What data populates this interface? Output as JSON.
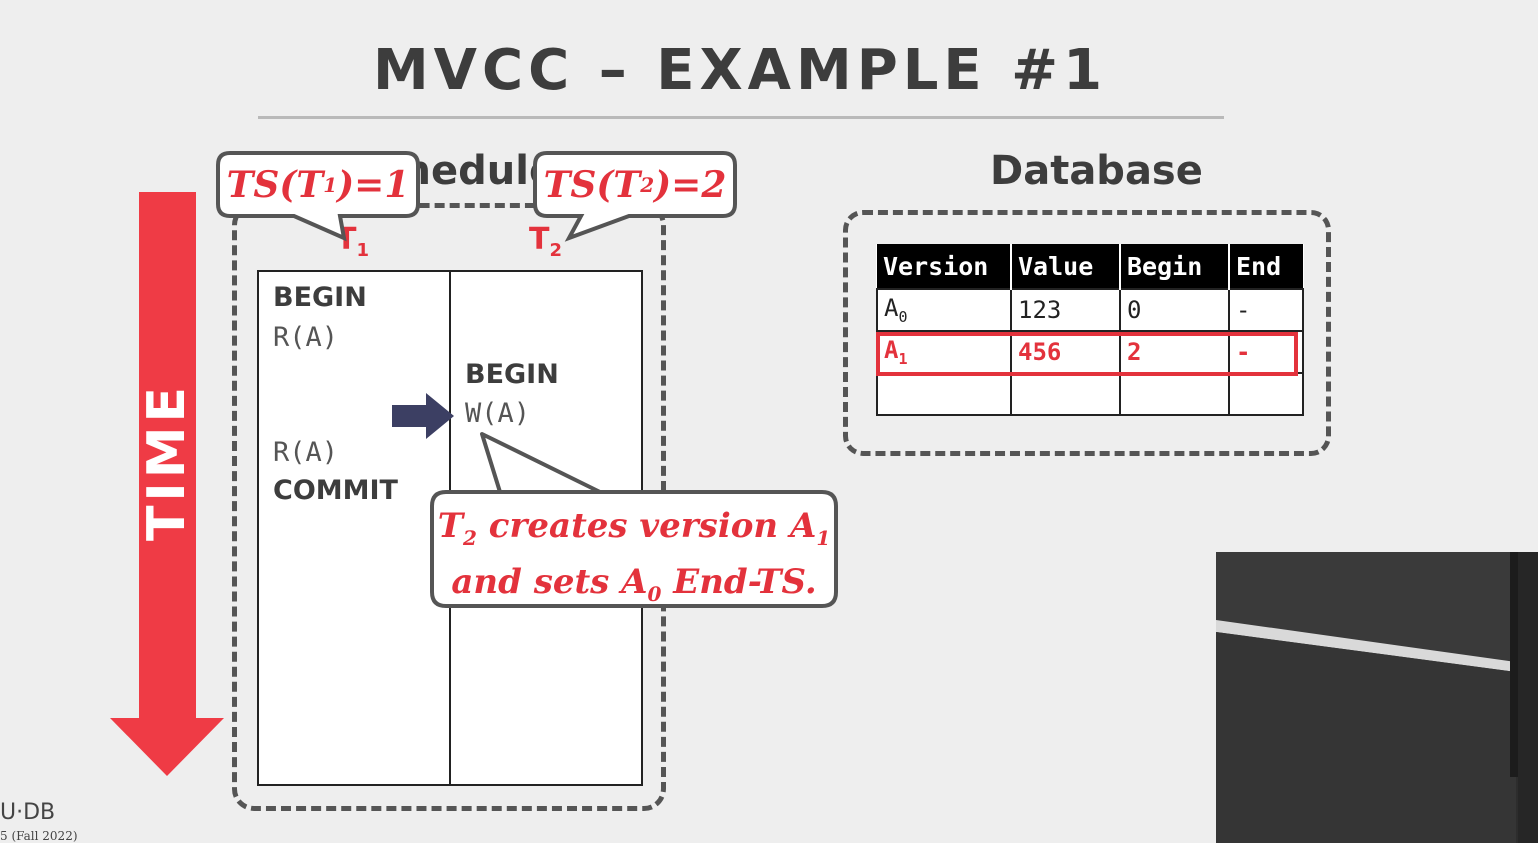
{
  "slide": {
    "title": "MVCC – EXAMPLE #1",
    "time_label": "TIME",
    "schedule_heading": "Schedule",
    "database_heading": "Database"
  },
  "schedule": {
    "t1": {
      "label": "T",
      "sub": "1",
      "ts_prefix": "TS(T",
      "ts_suffix": ")=1",
      "ops": [
        "BEGIN",
        "R(A)",
        "R(A)",
        "COMMIT"
      ]
    },
    "t2": {
      "label": "T",
      "sub": "2",
      "ts_prefix": "TS(T",
      "ts_suffix": ")=2",
      "ops": [
        "BEGIN",
        "W(A)"
      ]
    }
  },
  "note": {
    "line1_a": "T",
    "line1_sub": "2",
    "line1_b": " creates version A",
    "line1_sub2": "1",
    "line2_a": "and sets A",
    "line2_sub": "0",
    "line2_b": " End-TS."
  },
  "database": {
    "headers": [
      "Version",
      "Value",
      "Begin",
      "End"
    ],
    "rows": [
      {
        "version": "A",
        "version_sub": "0",
        "value": "123",
        "begin": "0",
        "end": "-"
      },
      {
        "version": "A",
        "version_sub": "1",
        "value": "456",
        "begin": "2",
        "end": "-"
      },
      {
        "version": "",
        "version_sub": "",
        "value": "",
        "begin": "",
        "end": ""
      }
    ]
  },
  "footer": {
    "logo": "U·DB",
    "course": "5 (Fall 2022)"
  },
  "colors": {
    "accent": "#e3323c",
    "arrow": "#ef3b45",
    "pointer": "#3c3f63",
    "text": "#3d3d3d"
  }
}
